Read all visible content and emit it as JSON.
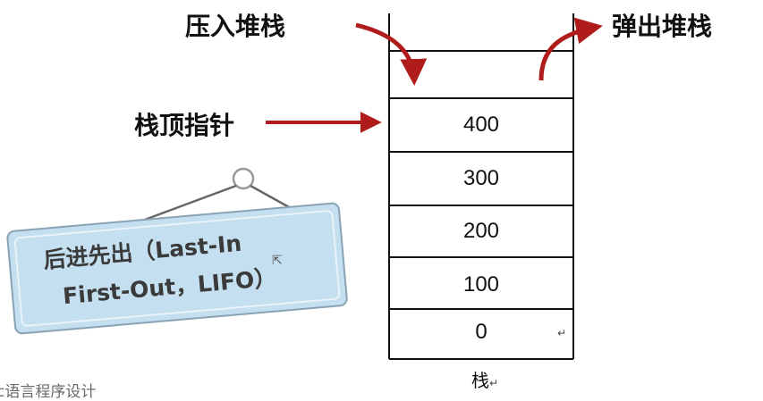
{
  "labels": {
    "push": "压入堆栈",
    "pop": "弹出堆栈",
    "top_pointer": "栈顶指针"
  },
  "stack": {
    "values": [
      "400",
      "300",
      "200",
      "100",
      "0"
    ],
    "caption": "栈"
  },
  "sign": {
    "line1": "后进先出（Last-In",
    "line2": "First-Out，LIFO）"
  },
  "footer": {
    "text": "c语言程序设计"
  },
  "colors": {
    "arrow": "#b01c1c",
    "sign_fill": "#c4dff0",
    "sign_border": "#8aa3b3"
  }
}
